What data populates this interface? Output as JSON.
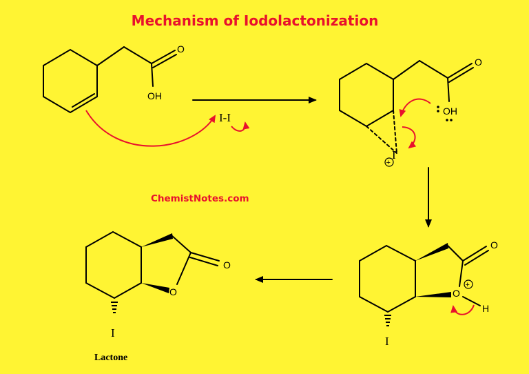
{
  "title": "Mechanism of Iodolactonization",
  "watermark": "ChemistNotes.com",
  "reagent": "I-I",
  "product_caption": "Lactone",
  "atoms": {
    "oxygen": "O",
    "hydroxyl": "OH",
    "iodine": "I",
    "hydrogen": "H",
    "positive_charge": "+"
  },
  "colors": {
    "background": "#FFF433",
    "arrow_red": "#E8112D",
    "bond": "#000000"
  }
}
